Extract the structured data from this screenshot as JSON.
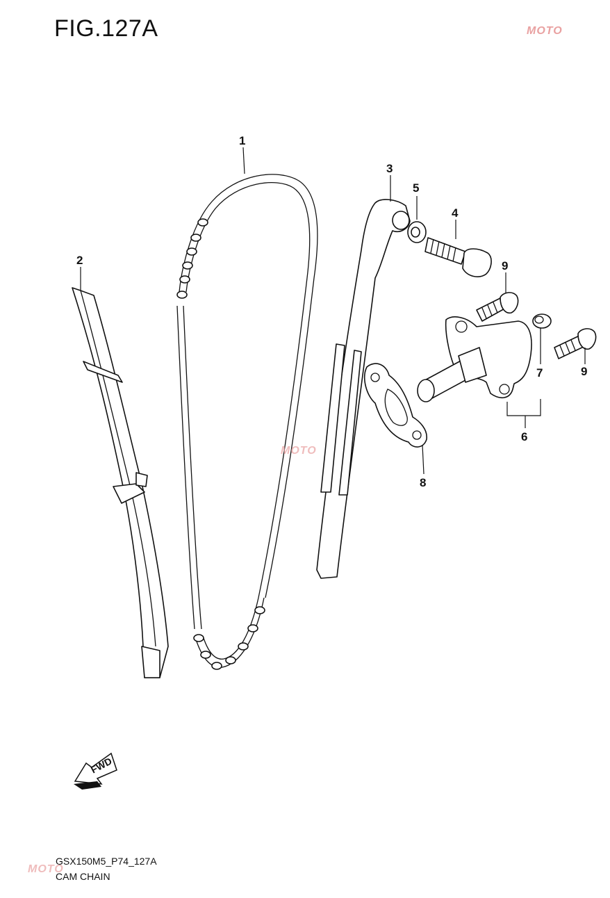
{
  "figure": {
    "title": "FIG.127A",
    "code": "GSX150M5_P74_127A",
    "name": "CAM CHAIN"
  },
  "callouts": [
    "1",
    "2",
    "3",
    "5",
    "4",
    "9",
    "7",
    "9",
    "6",
    "8"
  ],
  "fwd_label": "FWD",
  "watermark": {
    "text": "MOTO"
  },
  "colors": {
    "line": "#111111",
    "watermark": "#e9a1a1",
    "background": "#ffffff"
  }
}
